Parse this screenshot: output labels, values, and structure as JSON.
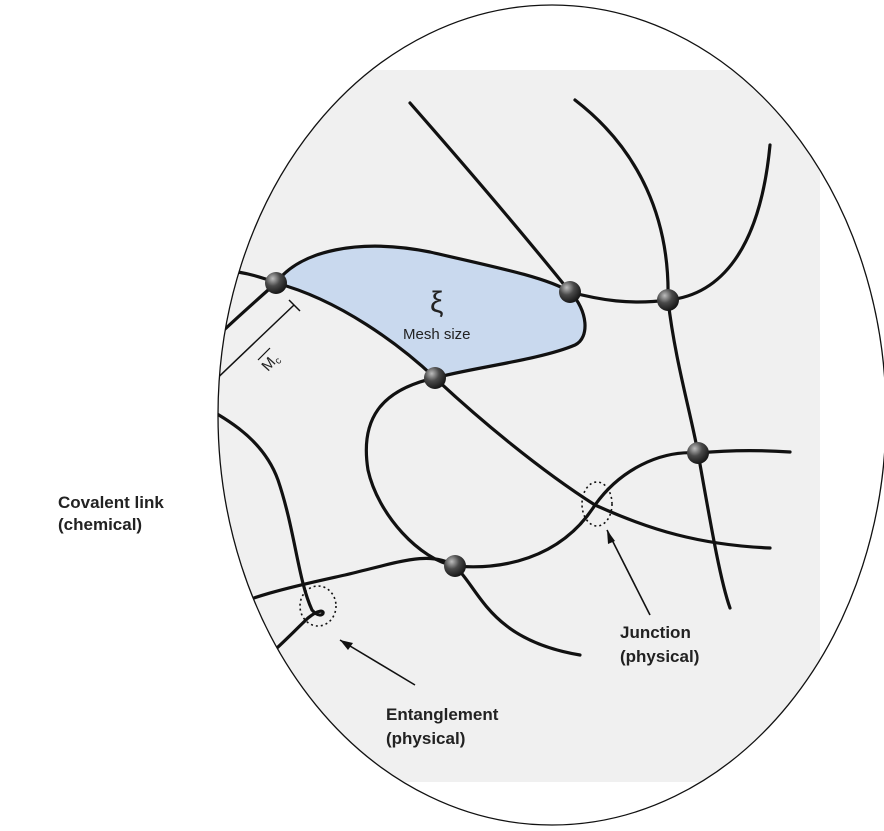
{
  "diagram": {
    "xi_symbol": "ξ",
    "mesh_size_label": "Mesh size",
    "mc_label": "M",
    "mc_subscript": "c",
    "covalent_link": {
      "line1": "Covalent link",
      "line2": "(chemical)"
    },
    "junction": {
      "line1": "Junction",
      "line2": "(physical)"
    },
    "entanglement": {
      "line1": "Entanglement",
      "line2": "(physical)"
    },
    "colors": {
      "background": "#f0f0f0",
      "mesh_fill": "#c9d9ee",
      "node_fill": "#3a3a3a",
      "line": "#111111"
    }
  }
}
